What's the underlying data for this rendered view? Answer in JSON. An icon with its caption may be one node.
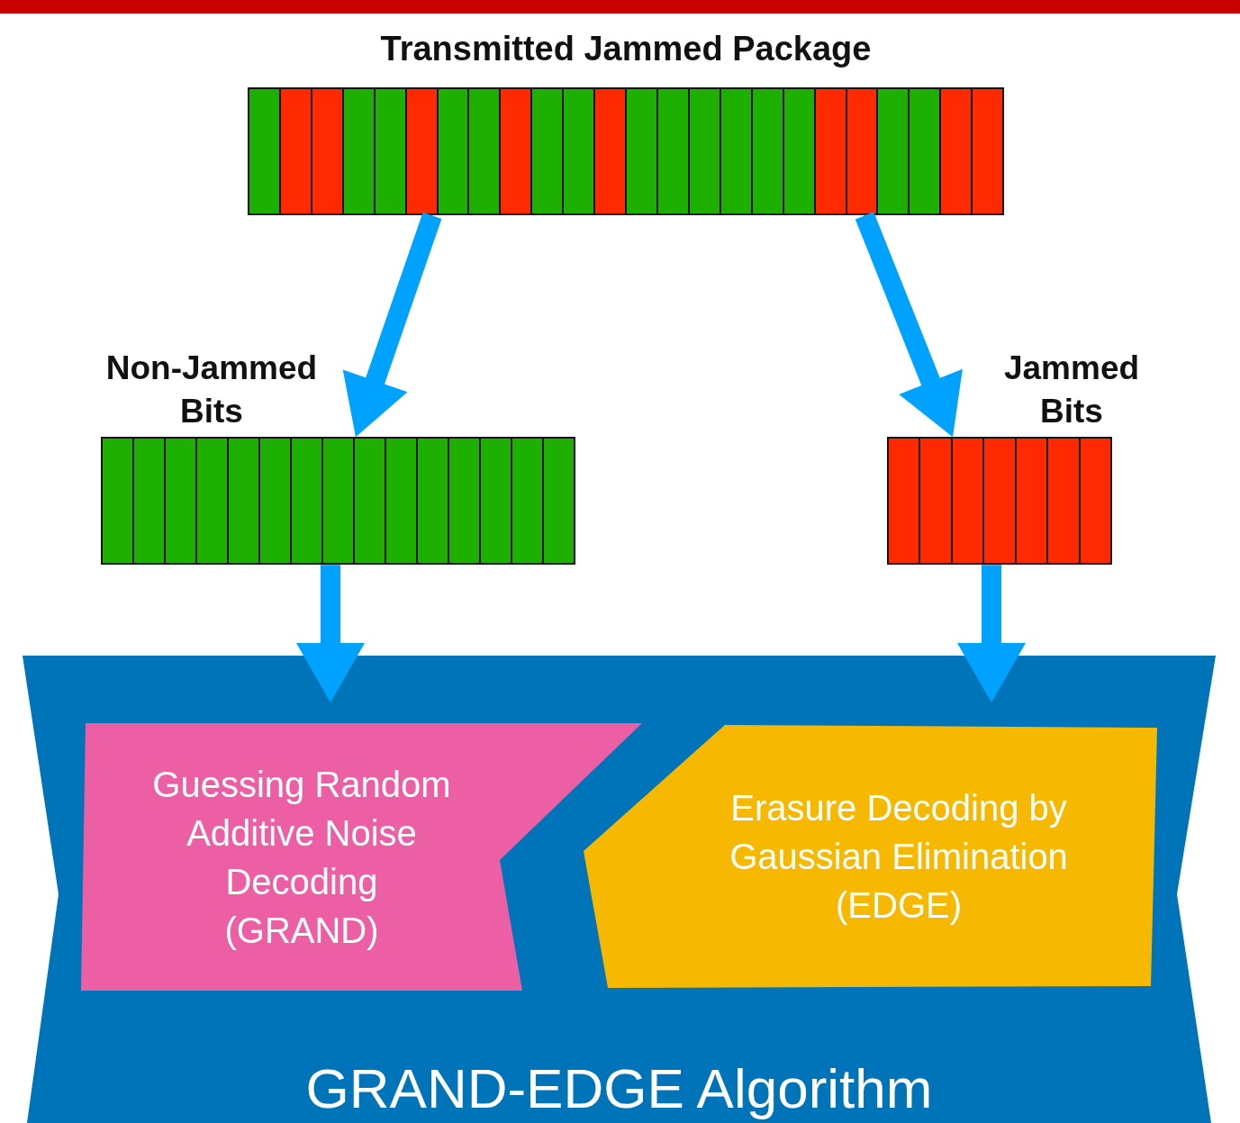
{
  "diagram": {
    "nodes": [
      {
        "text": [],
        "shape": "bar"
      },
      {
        "text": [
          "Transmitted Jammed Package"
        ]
      },
      {
        "text": [
          "Non-Jammed Bits"
        ]
      },
      {
        "text": [
          "Jammed Bits"
        ]
      },
      {
        "text": [
          "GRAND-EDGE Algorithm"
        ]
      },
      {
        "text": [
          "Guessing Random Additive Noise Decoding (GRAND)"
        ],
        "in": 4
      },
      {
        "text": [
          "Erasure Decoding by Gaussian Elimination (EDGE)"
        ],
        "in": 4
      }
    ],
    "edges": [
      {
        "from": 1,
        "to": 2,
        "arrow": "to"
      },
      {
        "from": 1,
        "to": 3,
        "arrow": "to"
      },
      {
        "from": 2,
        "to": 4,
        "arrow": "to"
      },
      {
        "from": 3,
        "to": 4,
        "arrow": "to"
      }
    ]
  }
}
